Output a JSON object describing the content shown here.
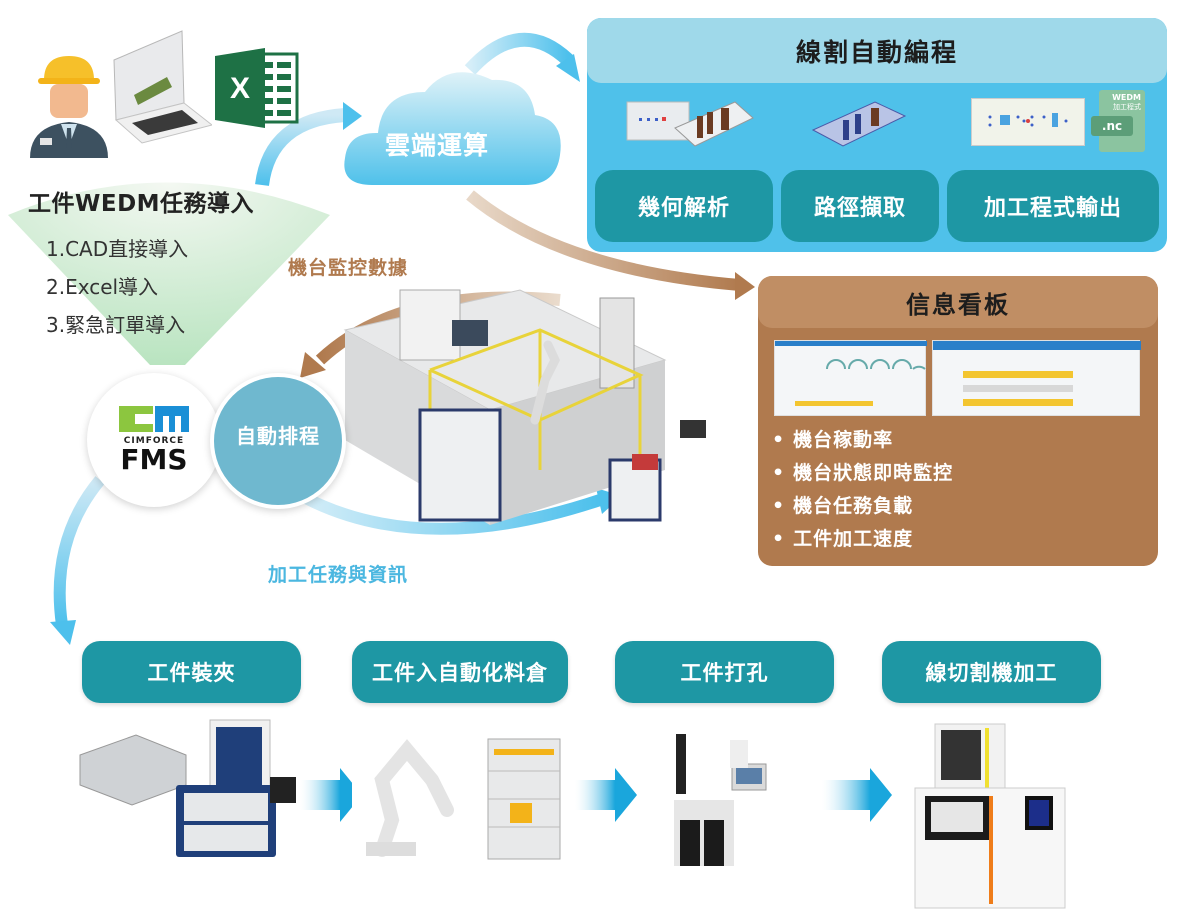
{
  "intro": {
    "title": "工件WEDM任務導入",
    "items": [
      "1.CAD直接導入",
      "2.Excel導入",
      "3.緊急訂單導入"
    ],
    "icons": [
      "engineer-icon",
      "laptop-cad-icon",
      "excel-icon"
    ]
  },
  "cloud": {
    "label": "雲端運算"
  },
  "programming_panel": {
    "title": "線割自動編程",
    "steps": [
      "幾何解析",
      "路徑擷取",
      "加工程式輸出"
    ],
    "file_badge": {
      "line1": "WEDM",
      "line2": "加工程式",
      "ext": ".nc"
    }
  },
  "dashboard_panel": {
    "title": "信息看板",
    "features": [
      "機台稼動率",
      "機台狀態即時監控",
      "機台任務負載",
      "工件加工速度"
    ]
  },
  "flow_labels": {
    "monitoring": "機台監控數據",
    "tasks": "加工任務與資訊"
  },
  "fms": {
    "brand_small": "CIMFORCE",
    "brand_large": "FMS",
    "schedule": "自動排程"
  },
  "process": {
    "steps": [
      "工件裝夾",
      "工件入自動化料倉",
      "工件打孔",
      "線切割機加工"
    ]
  },
  "colors": {
    "teal": "#1e97a4",
    "sky": "#4fc1ea",
    "brown": "#b07a4e",
    "green": "#8cc63f"
  }
}
